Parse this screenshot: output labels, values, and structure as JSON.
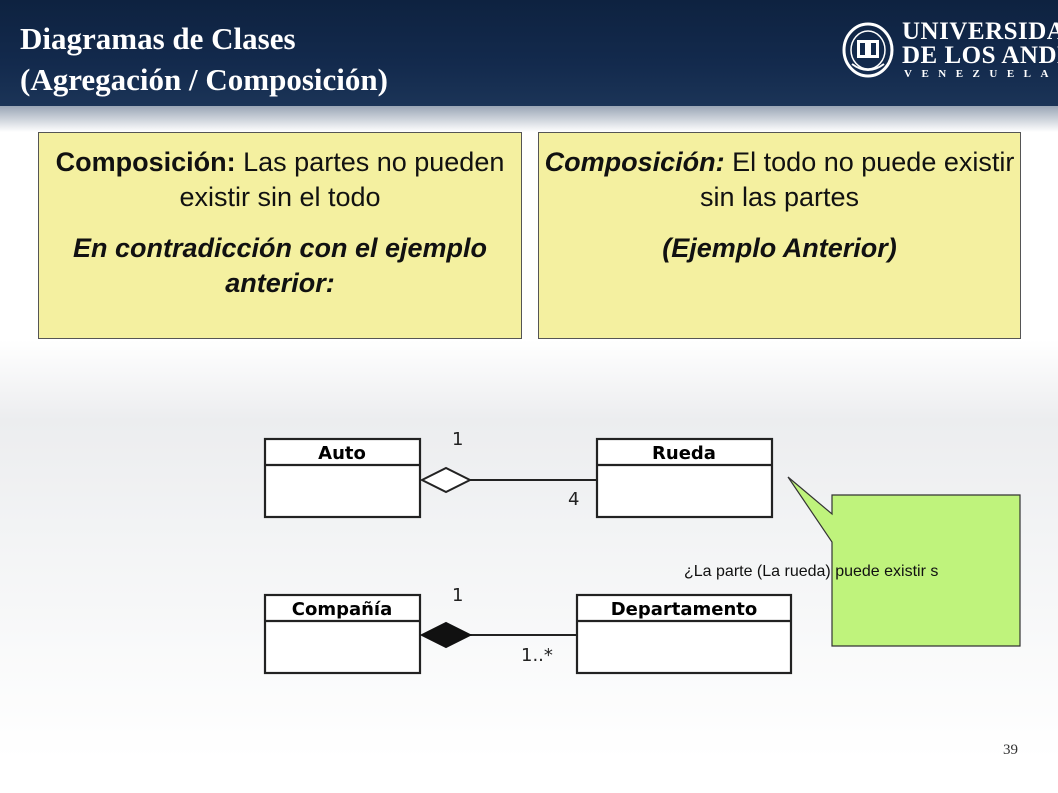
{
  "header": {
    "title_line1": "Diagramas de Clases",
    "title_line2": "(Agregación / Composición)",
    "logo": {
      "line1": "UNIVERSIDAD",
      "line2": "DE LOS ANDES",
      "line3": "VENEZUELA"
    }
  },
  "left_box": {
    "bold": "Composición:",
    "text": " Las partes no pueden existir sin el todo",
    "emphasis": "En contradicción con el ejemplo anterior:"
  },
  "right_box": {
    "bold_italic": "Composición:",
    "text": " El todo no puede existir sin las partes",
    "emphasis": "(Ejemplo Anterior)"
  },
  "diagram": {
    "aggregation": {
      "whole": "Auto",
      "part": "Rueda",
      "mult_whole": "1",
      "mult_part": "4"
    },
    "composition": {
      "whole": "Compañía",
      "part": "Departamento",
      "mult_whole": "1",
      "mult_part": "1..*"
    }
  },
  "callout": {
    "text": "¿La parte (La rueda) puede existir s",
    "color": "#bff37c"
  },
  "page_number": "39"
}
